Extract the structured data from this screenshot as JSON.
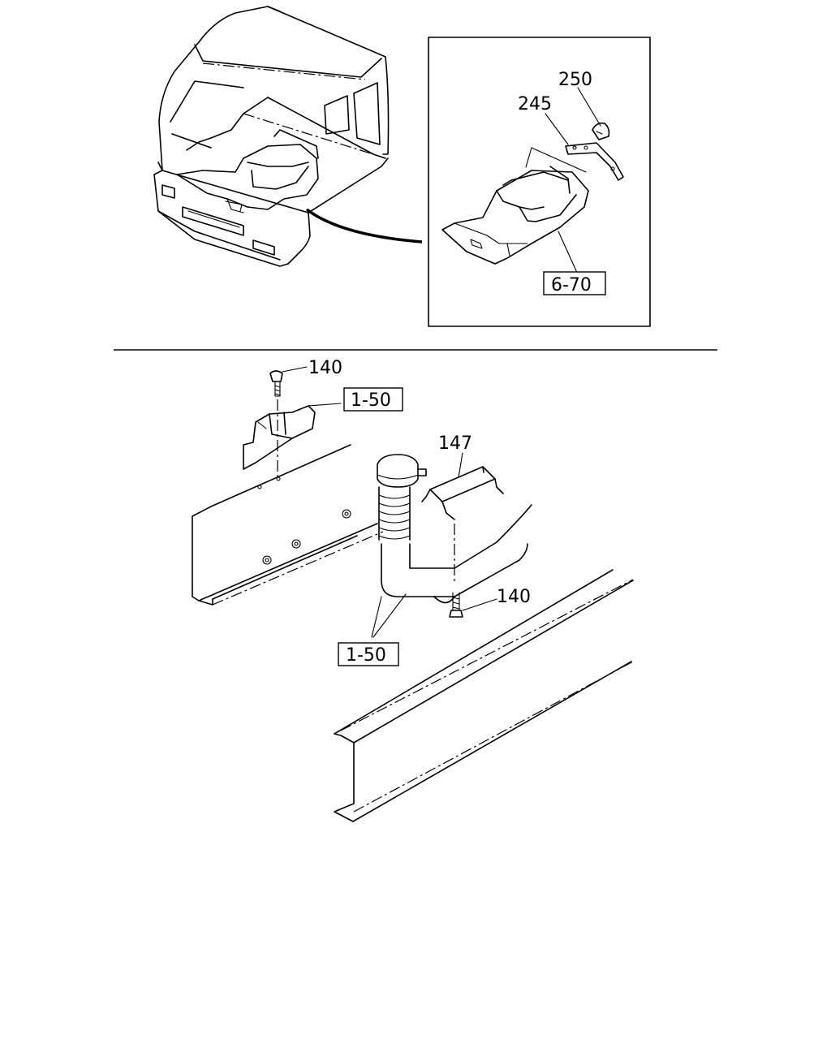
{
  "callouts": {
    "c250": "250",
    "c245": "245",
    "c670": "6-70",
    "c140_top": "140",
    "c150_top": "1-50",
    "c147": "147",
    "c140_bottom": "140",
    "c150_bottom": "1-50"
  }
}
